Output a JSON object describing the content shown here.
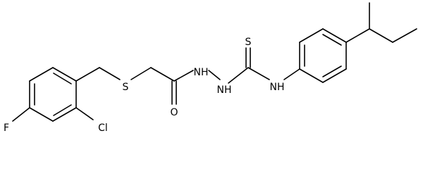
{
  "molecule": {
    "atoms": {
      "S_thio": "S",
      "NH_1": "NH",
      "NH_2": "NH",
      "O": "O",
      "S_thione": "S",
      "NH_3": "NH",
      "Cl": "Cl",
      "F": "F"
    },
    "colors": {
      "bond": "#000000",
      "label": "#000000",
      "background": "#ffffff"
    }
  }
}
